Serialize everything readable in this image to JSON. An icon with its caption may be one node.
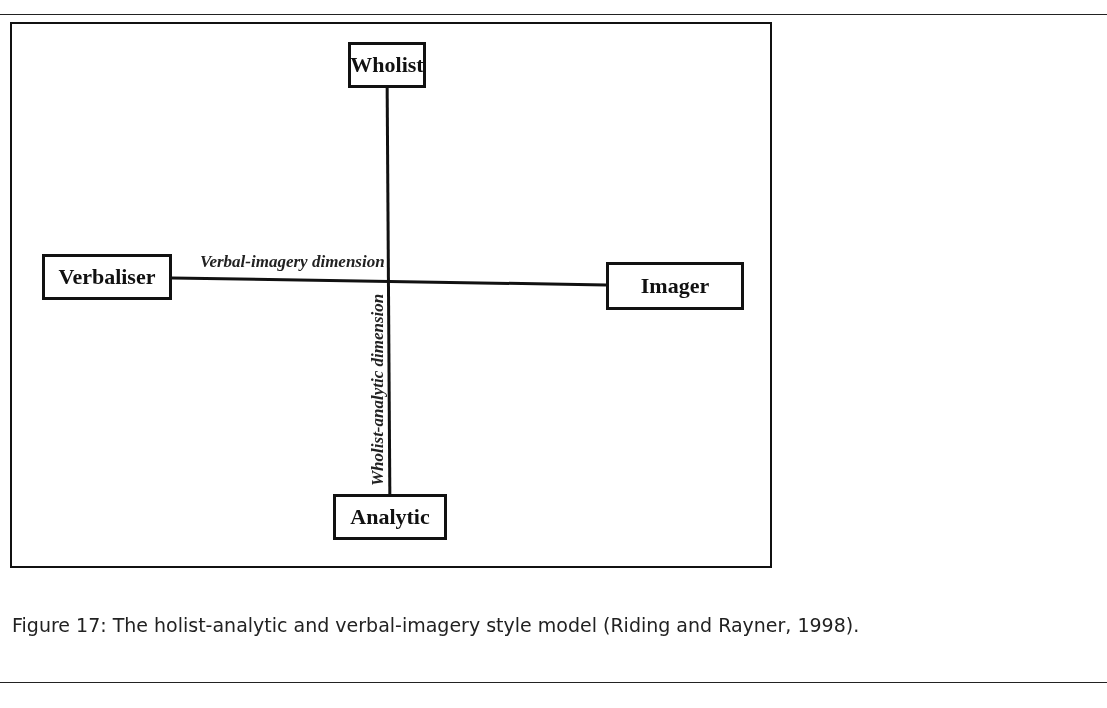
{
  "diagram": {
    "caption": "Figure 17: The holist-analytic and verbal-imagery style model (Riding and Rayner, 1998).",
    "nodes": [
      {
        "text": [
          "Wholist"
        ]
      },
      {
        "text": [
          "Verbaliser"
        ]
      },
      {
        "text": [
          "Imager"
        ]
      },
      {
        "text": [
          "Analytic"
        ]
      }
    ],
    "edges": [
      {
        "from": 0,
        "to": 3,
        "arrow": "none",
        "label": "Wholist-analytic dimension"
      },
      {
        "from": 1,
        "to": 2,
        "arrow": "none",
        "label": "Verbal-imagery dimension"
      }
    ]
  }
}
